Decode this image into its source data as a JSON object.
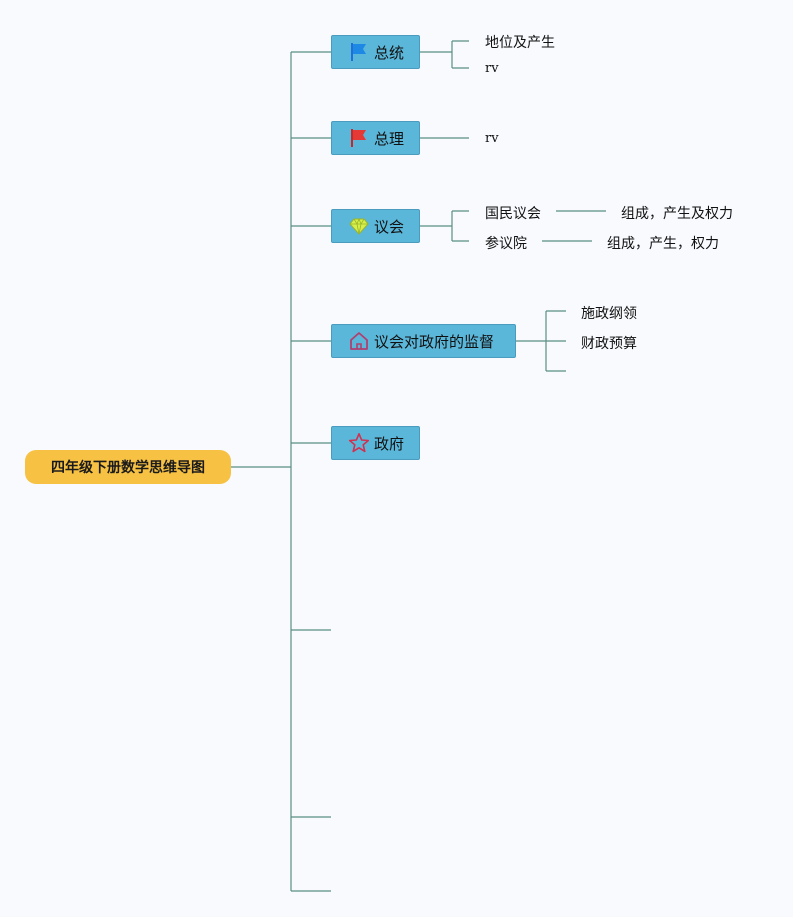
{
  "root": {
    "label": "四年级下册数学思维导图"
  },
  "branches": [
    {
      "label": "总统",
      "icon": "blue-flag-icon",
      "children": [
        "地位及产生",
        "rv"
      ]
    },
    {
      "label": "总理",
      "icon": "red-flag-icon",
      "children": [
        "rv"
      ]
    },
    {
      "label": "议会",
      "icon": "diamond-icon",
      "children": [
        {
          "label": "国民议会",
          "detail": "组成，产生及权力"
        },
        {
          "label": "参议院",
          "detail": "组成，产生，权力"
        }
      ]
    },
    {
      "label": "议会对政府的监督",
      "icon": "home-icon",
      "children": [
        "施政纲领",
        "财政预算",
        ""
      ]
    },
    {
      "label": "政府",
      "icon": "star-icon",
      "children": []
    }
  ],
  "colors": {
    "root_fill": "#f7c244",
    "node_fill": "#5bb7da",
    "connector": "#5a8f84",
    "background": "#f8fafe"
  }
}
